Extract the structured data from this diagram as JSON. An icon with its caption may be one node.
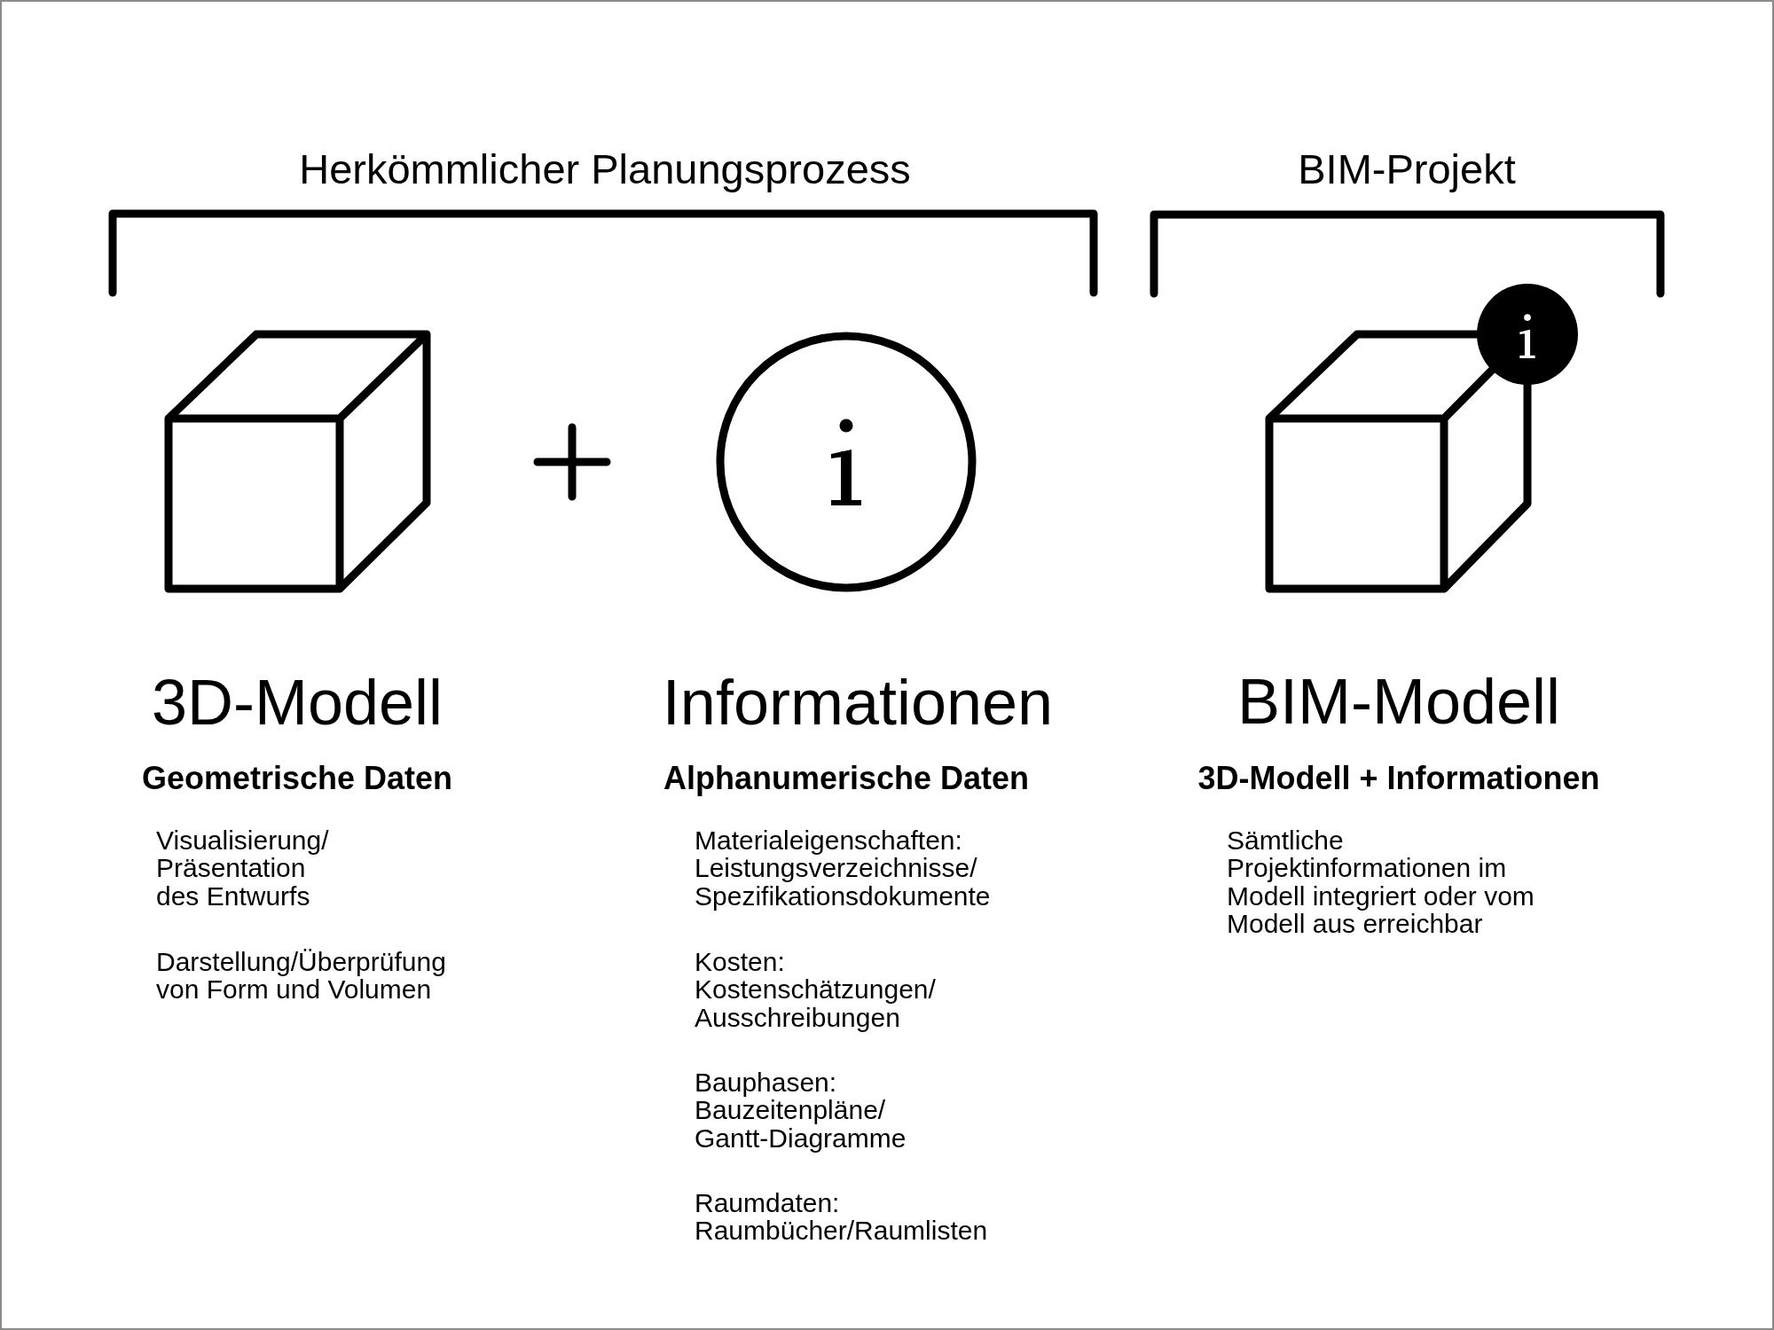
{
  "diagram": {
    "labels": [
      "Herkömmlicher Planungsprozess",
      "BIM-Projekt",
      "3D-Modell",
      "Geometrische Daten",
      "Visualisierung/ Präsentation des Entwurfs",
      "Darstellung/Überprüfung von Form und Volumen",
      "Informationen",
      "Alphanumerische Daten",
      "Materialeigenschaften: Leistungsverzeichnisse/ Spezifikationsdokumente",
      "Kosten: Kostenschätzungen/ Ausschreibungen",
      "Bauphasen: Bauzeitenpläne/ Gantt-Diagramme",
      "Raumdaten: Raumbücher/Raumlisten",
      "BIM-Modell",
      "3D-Modell + Informationen",
      "Sämtliche Projektinformationen im Modell integriert oder vom Modell aus erreichbar"
    ]
  }
}
